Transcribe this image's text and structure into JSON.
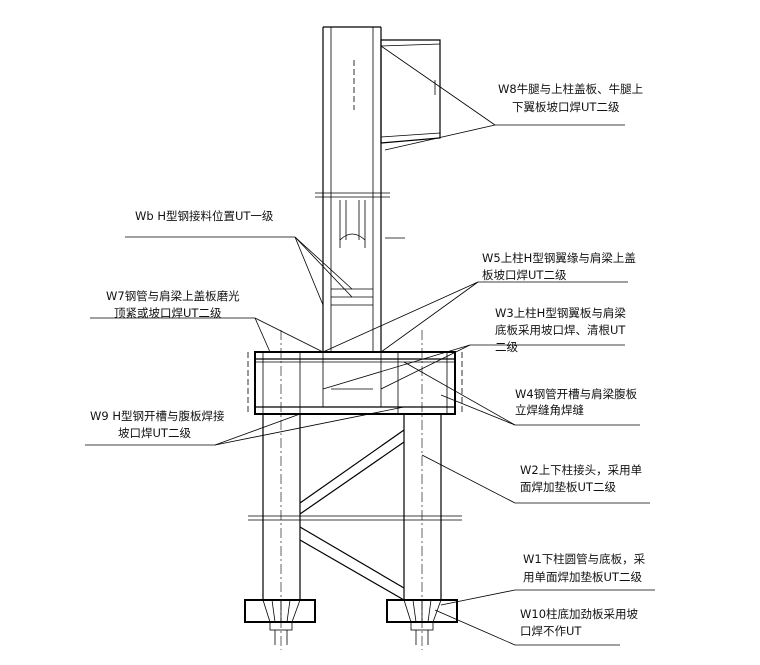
{
  "annotations": {
    "w8": [
      "W8牛腿与上柱盖板、牛腿上",
      "下翼板坡口焊UT二级"
    ],
    "wb": [
      "Wb  H型钢接料位置UT一级"
    ],
    "w5": [
      "W5上柱H型钢翼缘与肩梁上盖",
      "板坡口焊UT二级"
    ],
    "w7": [
      "W7钢管与肩梁上盖板磨光",
      "顶紧或坡口焊UT二级"
    ],
    "w3": [
      "W3上柱H型钢翼板与肩梁",
      "底板采用坡口焊、清根UT",
      "二级"
    ],
    "w4": [
      "W4钢管开槽与肩梁腹板",
      "立焊缝角焊缝"
    ],
    "w9": [
      "W9 H型钢开槽与腹板焊接",
      "坡口焊UT二级"
    ],
    "w2": [
      "W2上下柱接头，采用单",
      "面焊加垫板UT二级"
    ],
    "w1": [
      "W1下柱圆管与底板，采",
      "用单面焊加垫板UT二级"
    ],
    "w10": [
      "W10柱底加劲板采用坡",
      "口焊不作UT"
    ]
  }
}
